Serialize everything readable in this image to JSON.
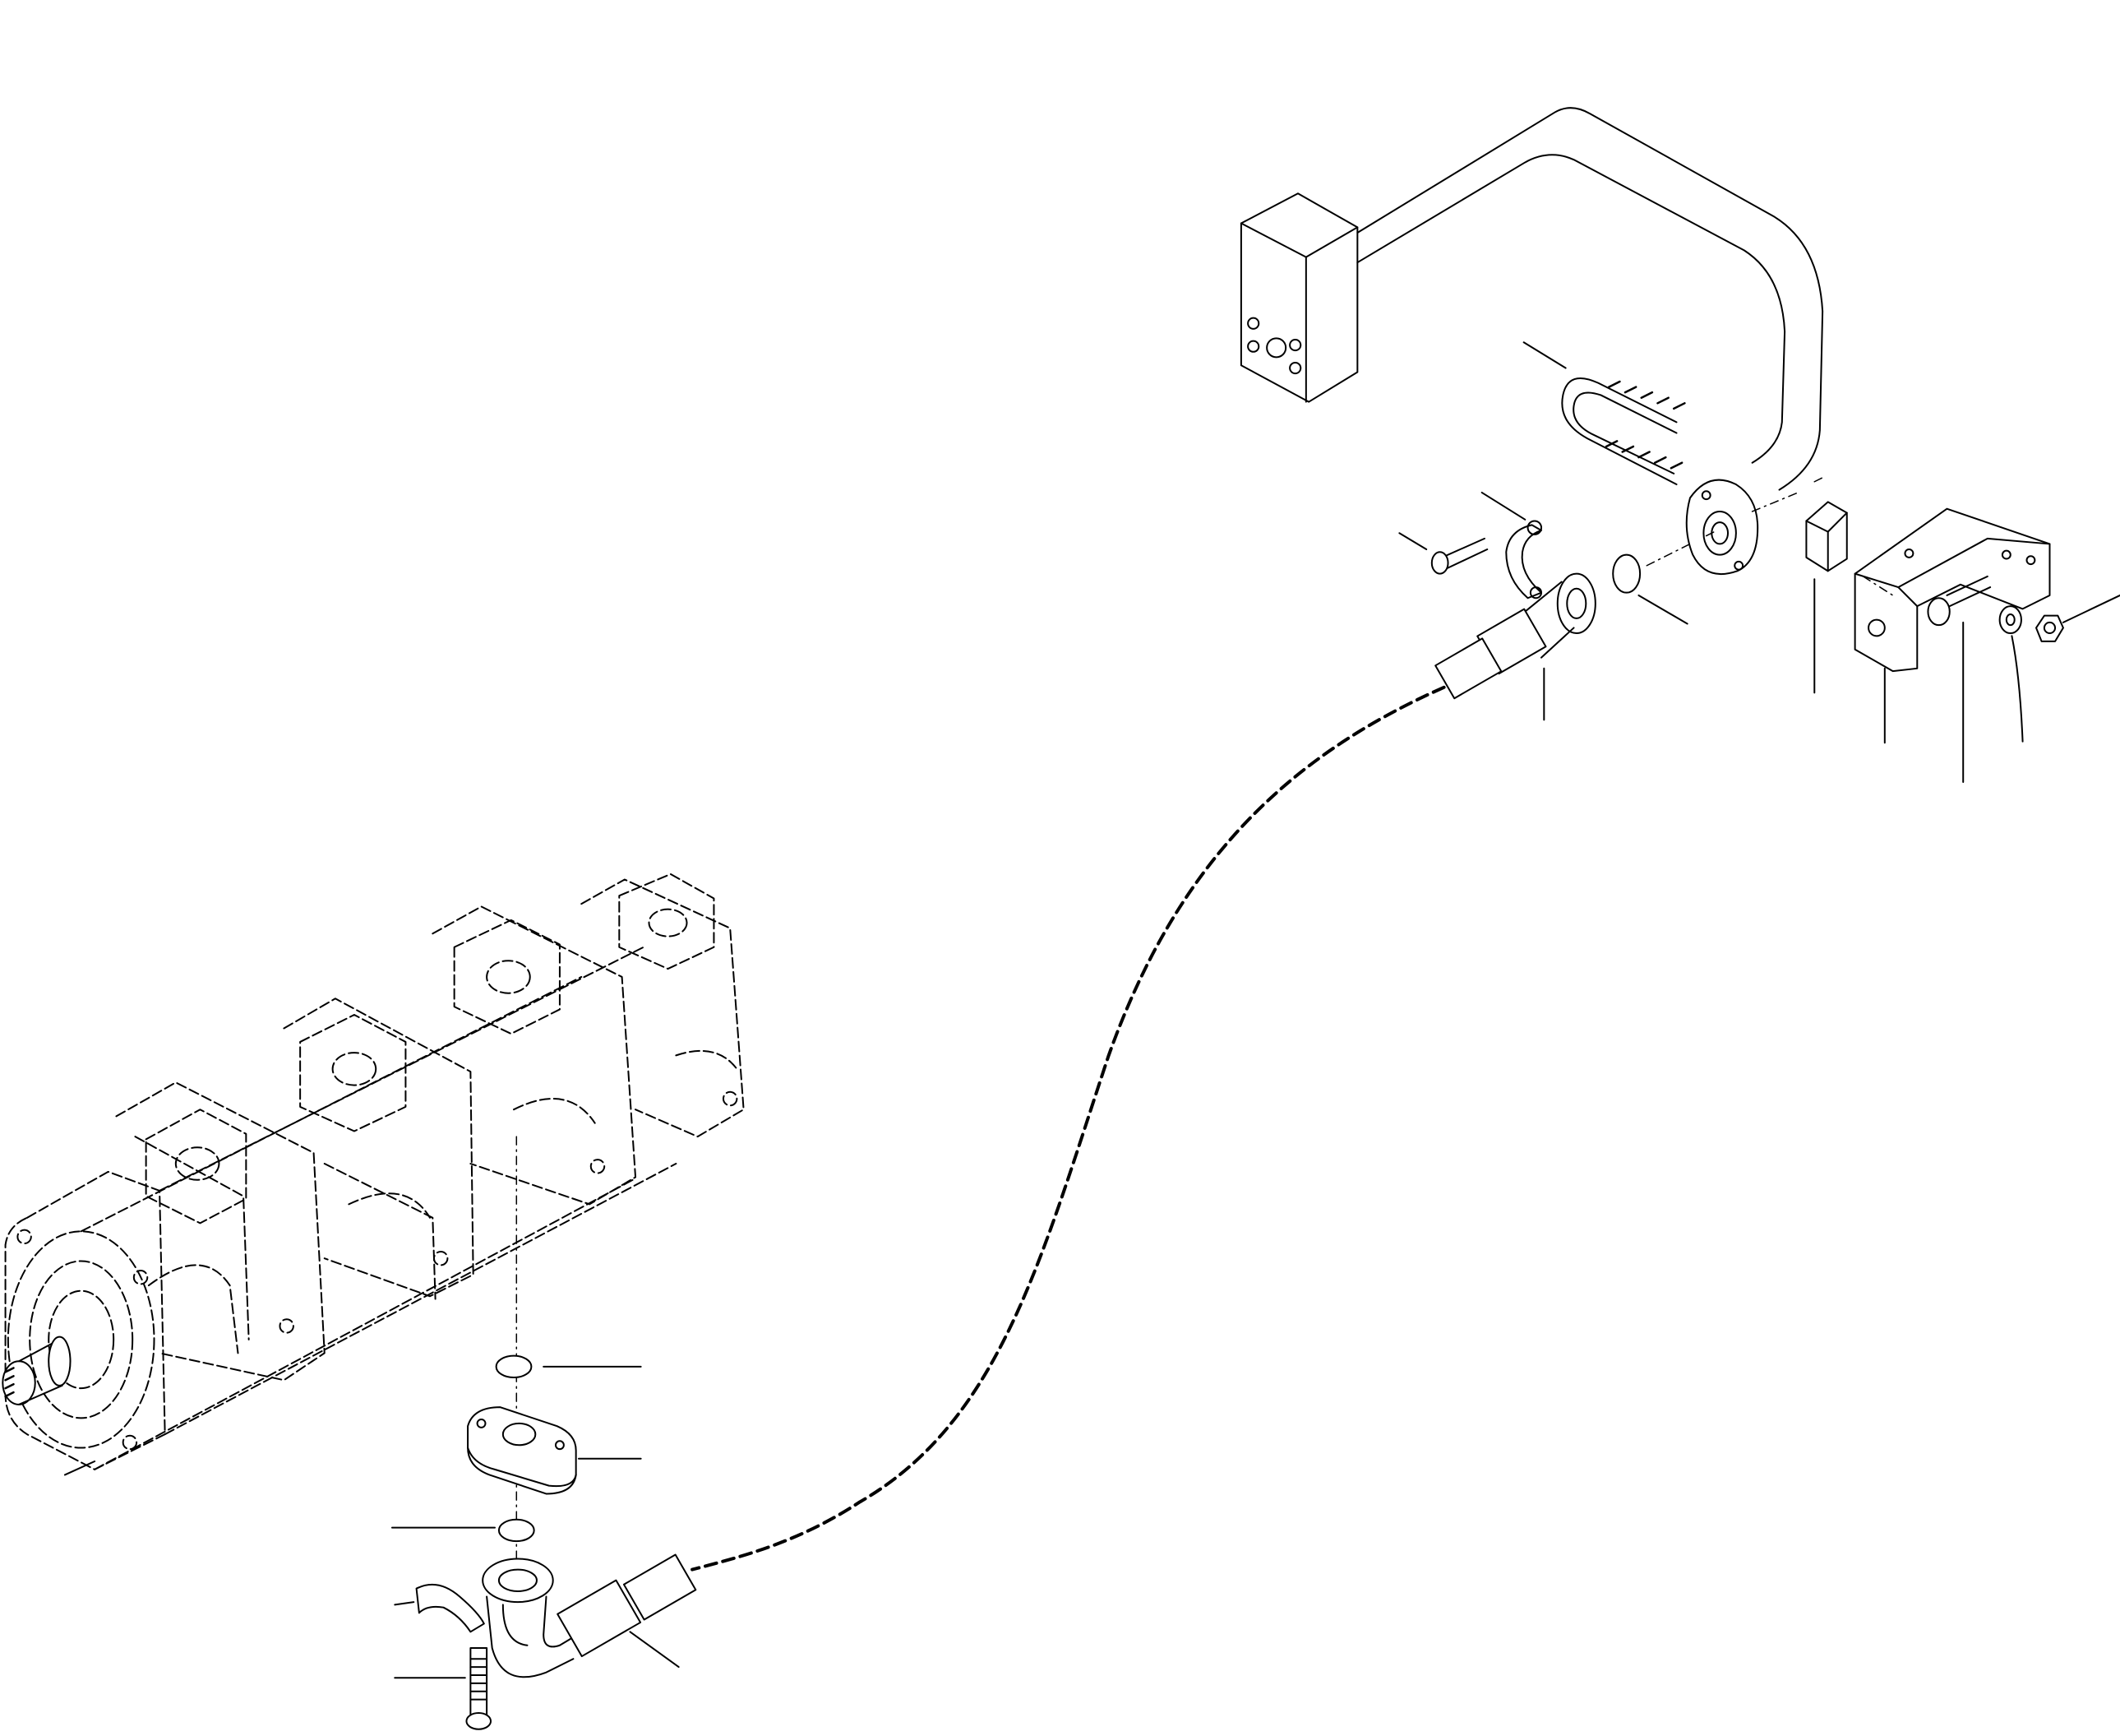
{
  "diagram": {
    "kind": "exploded-parts-drawing",
    "background": "#ffffff",
    "ink": "#000000",
    "callout_labels": [],
    "parts": [
      "hydraulic-tandem-gear-pump",
      "valve-block",
      "steel-tube",
      "u-bolt",
      "split-flange",
      "o-ring",
      "flanged-hose-fitting",
      "flange-half-clamp",
      "bolt",
      "spacer-block",
      "mounting-bracket",
      "washer",
      "nut",
      "hose",
      "elbow-fitting"
    ]
  }
}
